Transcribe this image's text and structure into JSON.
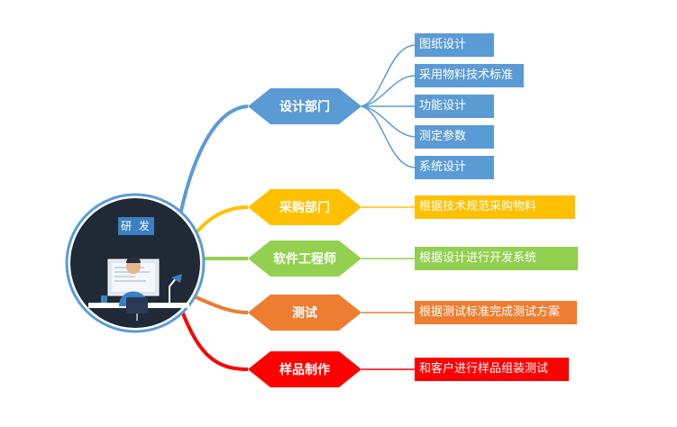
{
  "center": {
    "label": "研 发"
  },
  "branches": [
    {
      "label": "设计部门",
      "color": "#5b9bd5",
      "items": [
        "图纸设计",
        "采用物料技术标准",
        "功能设计",
        "测定参数",
        "系统设计"
      ]
    },
    {
      "label": "采购部门",
      "color": "#ffc000",
      "items": [
        "根据技术规范采购物料"
      ]
    },
    {
      "label": "软件工程师",
      "color": "#92d050",
      "items": [
        "根据设计进行开发系统"
      ]
    },
    {
      "label": "测试",
      "color": "#ed7d31",
      "items": [
        "根据测试标准完成测试方案"
      ]
    },
    {
      "label": "样品制作",
      "color": "#ff0000",
      "items": [
        "和客户进行样品组装测试"
      ]
    }
  ]
}
